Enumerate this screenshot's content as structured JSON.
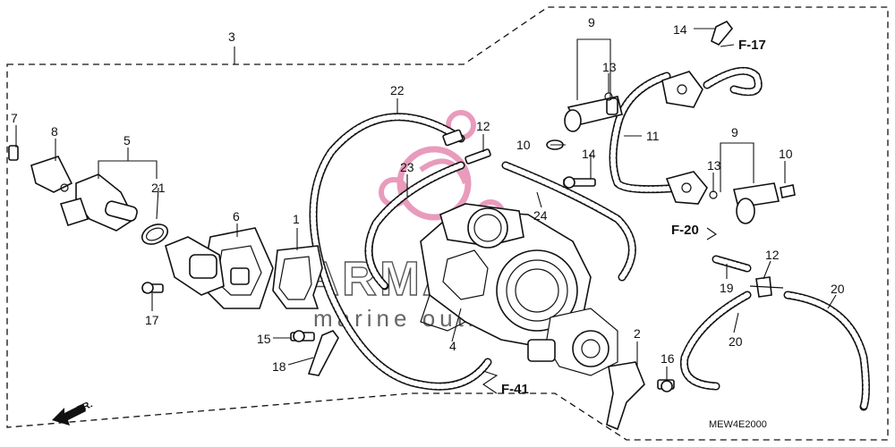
{
  "diagram": {
    "figure_code": "MEW4E2000",
    "direction_label": "FR.",
    "references": [
      "F-17",
      "F-20",
      "F-41"
    ],
    "callouts": {
      "c1": "1",
      "c2": "2",
      "c3": "3",
      "c4": "4",
      "c5": "5",
      "c6": "6",
      "c7": "7",
      "c8": "8",
      "c9a": "9",
      "c9b": "9",
      "c10a": "10",
      "c10b": "10",
      "c11": "11",
      "c12a": "12",
      "c12b": "12",
      "c13a": "13",
      "c13b": "13",
      "c14a": "14",
      "c14b": "14",
      "c15": "15",
      "c16": "16",
      "c17": "17",
      "c18": "18",
      "c19": "19",
      "c20a": "20",
      "c20b": "20",
      "c21": "21",
      "c22": "22",
      "c23": "23",
      "c24": "24"
    }
  },
  "watermark": {
    "brand": "ARMADA",
    "tagline": "marine outboards",
    "logo_color": "#e27aa6"
  }
}
